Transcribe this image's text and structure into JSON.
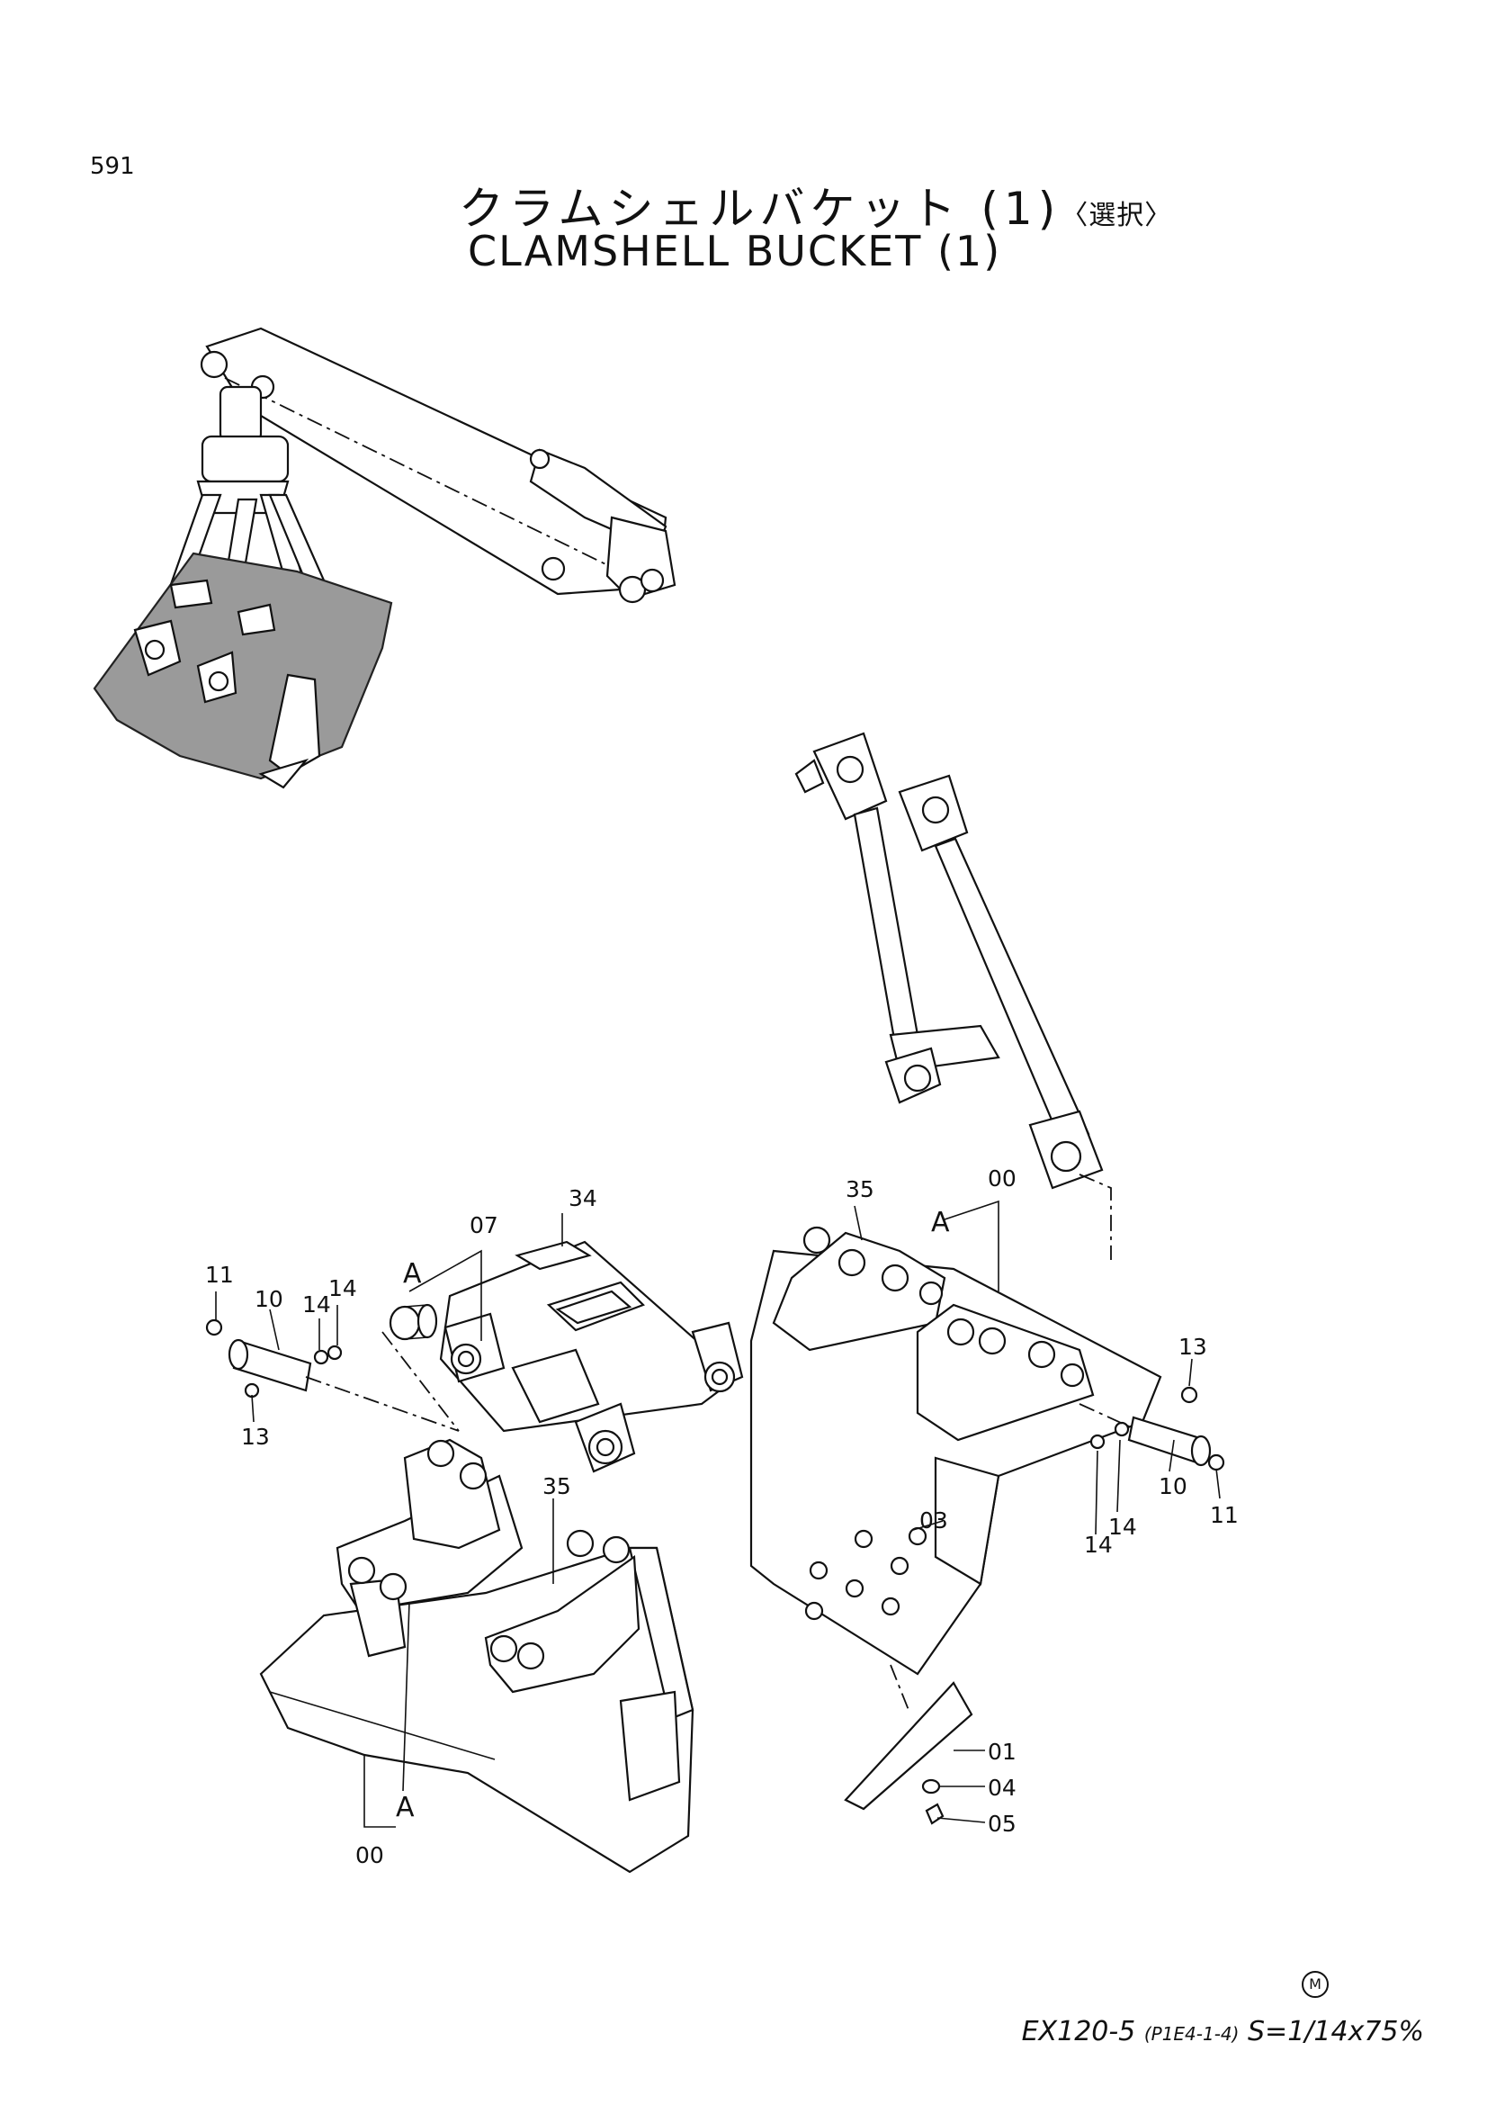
{
  "page_number": "591",
  "title": {
    "japanese": "クラムシェルバケット (1)",
    "japanese_option": "〈選択〉",
    "english": "CLAMSHELL  BUCKET (1)"
  },
  "callouts": {
    "c00_left": "00",
    "c00_right": "00",
    "c01": "01",
    "c03": "03",
    "c04": "04",
    "c05": "05",
    "c07": "07",
    "c10_left": "10",
    "c10_right": "10",
    "c11_left": "11",
    "c11_right": "11",
    "c13_left": "13",
    "c13_right": "13",
    "c14_left_a": "14",
    "c14_left_b": "14",
    "c14_right_a": "14",
    "c14_right_b": "14",
    "c34": "34",
    "c35_left": "35",
    "c35_right": "35",
    "A_top_left": "A",
    "A_top_right": "A",
    "A_bottom_left": "A"
  },
  "mark": "M",
  "footer": {
    "model": "EX120-5",
    "code": "(P1E4-1-4)",
    "scale": "S=1/14x75%"
  }
}
